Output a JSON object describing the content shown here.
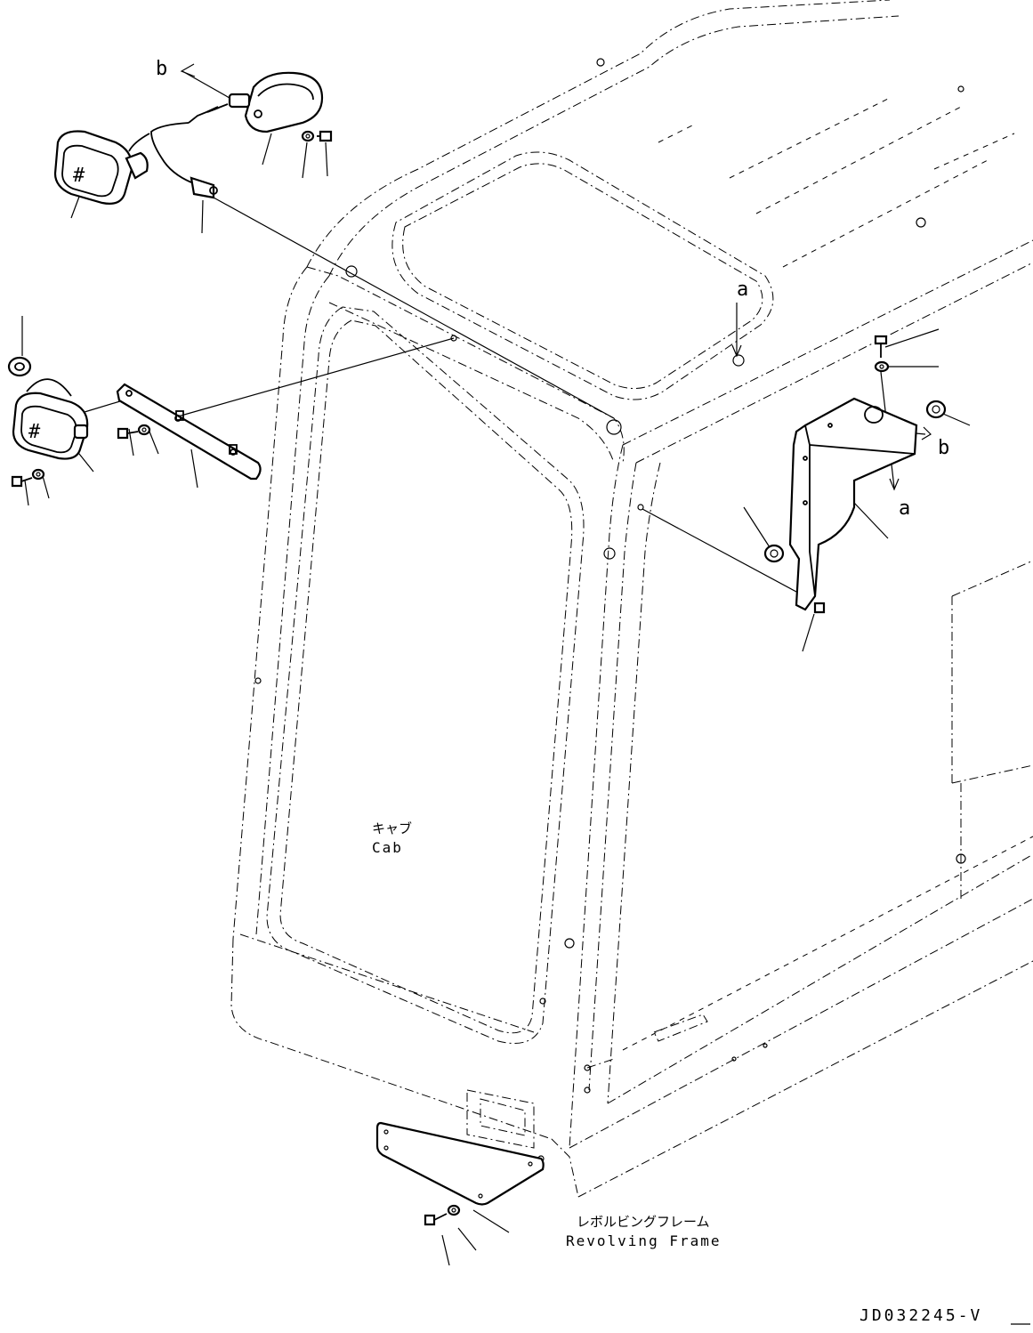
{
  "labels": {
    "ref_a": "a",
    "ref_b": "b",
    "cab_jp": "キャブ",
    "cab_en": "Cab",
    "frame_jp": "レボルビングフレーム",
    "frame_en": "Revolving Frame",
    "drawing_id": "JD032245-V"
  }
}
